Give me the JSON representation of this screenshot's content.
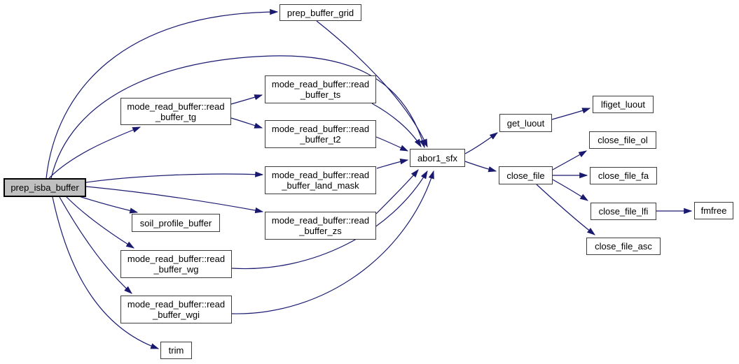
{
  "graph": {
    "type": "call-graph",
    "colors": {
      "edge": "#191970",
      "node_border": "#3d3d3d",
      "node_fill": "#ffffff",
      "highlight_fill": "#c0c0c0",
      "highlight_border": "#000000",
      "text": "#000000",
      "background": "#ffffff"
    },
    "nodes": [
      {
        "id": "prep_isba_buffer",
        "label": "prep_isba_buffer",
        "highlighted": true
      },
      {
        "id": "prep_buffer_grid",
        "label": "prep_buffer_grid",
        "highlighted": false
      },
      {
        "id": "read_buffer_tg",
        "label": "mode_read_buffer::read\n_buffer_tg",
        "highlighted": false
      },
      {
        "id": "read_buffer_ts",
        "label": "mode_read_buffer::read\n_buffer_ts",
        "highlighted": false
      },
      {
        "id": "read_buffer_t2",
        "label": "mode_read_buffer::read\n_buffer_t2",
        "highlighted": false
      },
      {
        "id": "read_buffer_land_mask",
        "label": "mode_read_buffer::read\n_buffer_land_mask",
        "highlighted": false
      },
      {
        "id": "read_buffer_zs",
        "label": "mode_read_buffer::read\n_buffer_zs",
        "highlighted": false
      },
      {
        "id": "soil_profile_buffer",
        "label": "soil_profile_buffer",
        "highlighted": false
      },
      {
        "id": "read_buffer_wg",
        "label": "mode_read_buffer::read\n_buffer_wg",
        "highlighted": false
      },
      {
        "id": "read_buffer_wgi",
        "label": "mode_read_buffer::read\n_buffer_wgi",
        "highlighted": false
      },
      {
        "id": "trim",
        "label": "trim",
        "highlighted": false
      },
      {
        "id": "abor1_sfx",
        "label": "abor1_sfx",
        "highlighted": false
      },
      {
        "id": "get_luout",
        "label": "get_luout",
        "highlighted": false
      },
      {
        "id": "lfiget_luout",
        "label": "lfiget_luout",
        "highlighted": false
      },
      {
        "id": "close_file",
        "label": "close_file",
        "highlighted": false
      },
      {
        "id": "close_file_ol",
        "label": "close_file_ol",
        "highlighted": false
      },
      {
        "id": "close_file_fa",
        "label": "close_file_fa",
        "highlighted": false
      },
      {
        "id": "close_file_lfi",
        "label": "close_file_lfi",
        "highlighted": false
      },
      {
        "id": "fmfree",
        "label": "fmfree",
        "highlighted": false
      },
      {
        "id": "close_file_asc",
        "label": "close_file_asc",
        "highlighted": false
      }
    ],
    "edges": [
      {
        "from": "prep_isba_buffer",
        "to": "prep_buffer_grid"
      },
      {
        "from": "prep_isba_buffer",
        "to": "abor1_sfx"
      },
      {
        "from": "prep_isba_buffer",
        "to": "read_buffer_tg"
      },
      {
        "from": "prep_isba_buffer",
        "to": "read_buffer_land_mask"
      },
      {
        "from": "prep_isba_buffer",
        "to": "read_buffer_zs"
      },
      {
        "from": "prep_isba_buffer",
        "to": "soil_profile_buffer"
      },
      {
        "from": "prep_isba_buffer",
        "to": "read_buffer_wg"
      },
      {
        "from": "prep_isba_buffer",
        "to": "read_buffer_wgi"
      },
      {
        "from": "prep_isba_buffer",
        "to": "trim"
      },
      {
        "from": "read_buffer_tg",
        "to": "read_buffer_ts"
      },
      {
        "from": "read_buffer_tg",
        "to": "read_buffer_t2"
      },
      {
        "from": "prep_buffer_grid",
        "to": "abor1_sfx"
      },
      {
        "from": "read_buffer_ts",
        "to": "abor1_sfx"
      },
      {
        "from": "read_buffer_t2",
        "to": "abor1_sfx"
      },
      {
        "from": "read_buffer_land_mask",
        "to": "abor1_sfx"
      },
      {
        "from": "read_buffer_zs",
        "to": "abor1_sfx"
      },
      {
        "from": "read_buffer_wg",
        "to": "abor1_sfx"
      },
      {
        "from": "read_buffer_wgi",
        "to": "abor1_sfx"
      },
      {
        "from": "abor1_sfx",
        "to": "get_luout"
      },
      {
        "from": "abor1_sfx",
        "to": "close_file"
      },
      {
        "from": "get_luout",
        "to": "lfiget_luout"
      },
      {
        "from": "close_file",
        "to": "close_file_ol"
      },
      {
        "from": "close_file",
        "to": "close_file_fa"
      },
      {
        "from": "close_file",
        "to": "close_file_lfi"
      },
      {
        "from": "close_file",
        "to": "close_file_asc"
      },
      {
        "from": "close_file_lfi",
        "to": "fmfree"
      }
    ]
  }
}
